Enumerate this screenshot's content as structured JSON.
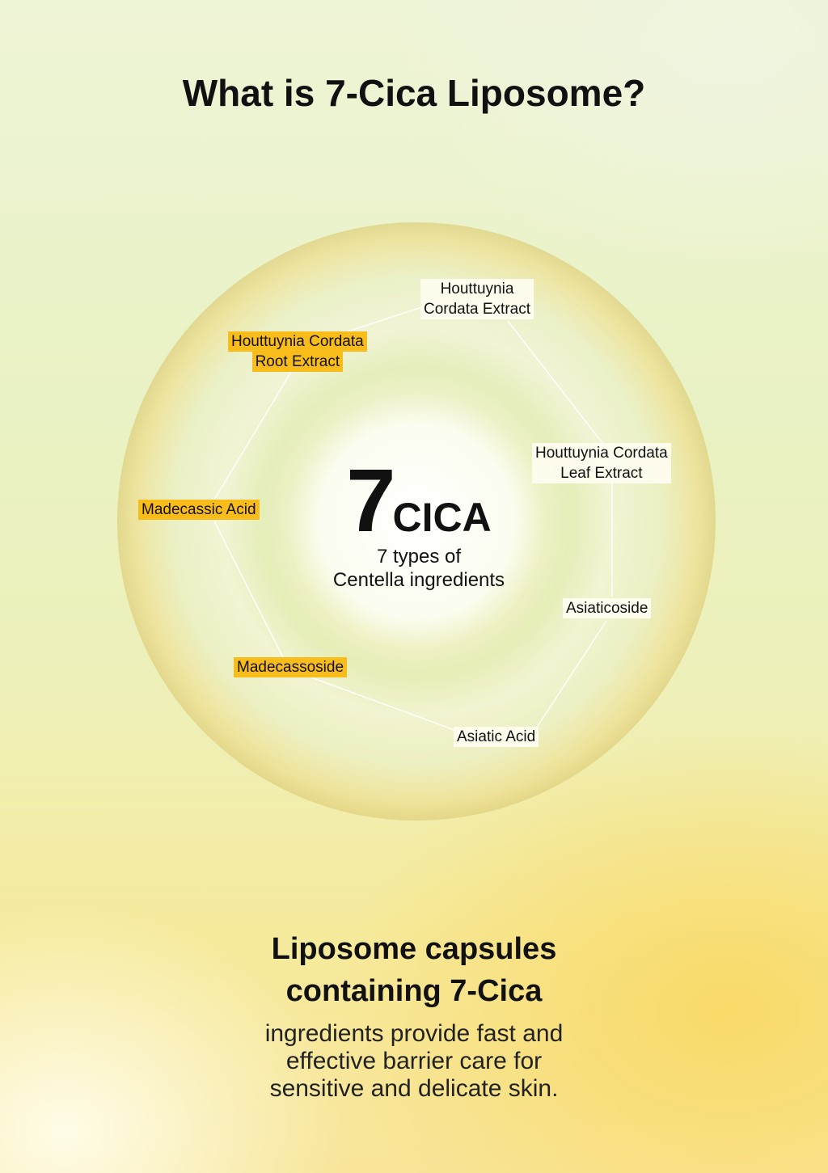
{
  "title": "What is 7-Cica Liposome?",
  "center": {
    "number": "7",
    "word": "CICA",
    "sub1": "7 types of",
    "sub2": "Centella ingredients"
  },
  "ingredients": [
    {
      "line1": "Houttuynia",
      "line2": "Cordata Extract",
      "style": "white"
    },
    {
      "line1": "Houttuynia Cordata",
      "line2": "Leaf Extract",
      "style": "white"
    },
    {
      "line1": "Asiaticoside",
      "style": "white"
    },
    {
      "line1": "Asiatic Acid",
      "style": "white"
    },
    {
      "line1": "Madecassoside",
      "style": "yellow"
    },
    {
      "line1": "Madecassic Acid",
      "style": "yellow"
    },
    {
      "line1": "Houttuynia Cordata",
      "line2": "Root Extract",
      "style": "yellow"
    }
  ],
  "heading": {
    "line1": "Liposome capsules",
    "line2": "containing 7-Cica"
  },
  "description": {
    "line1": "ingredients provide fast and",
    "line2": "effective barrier care for",
    "line3": "sensitive and delicate skin."
  },
  "colors": {
    "highlight": "#f8bd1a",
    "label_bg": "#fffdf0"
  }
}
